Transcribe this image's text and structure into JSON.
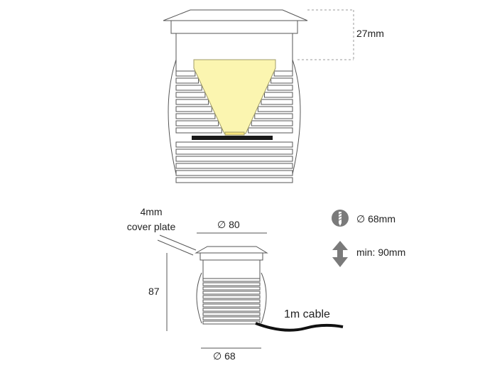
{
  "top_view": {
    "height_dimension": "27mm"
  },
  "bottom_view": {
    "cover_plate_label_line1": "4mm",
    "cover_plate_label_line2": "cover plate",
    "diameter_top": "∅ 80",
    "height": "87",
    "cable": "1m cable",
    "diameter_bottom": "∅ 68"
  },
  "specs": [
    {
      "icon": "drill-bit-icon",
      "text": "∅ 68mm"
    },
    {
      "icon": "vertical-arrow-icon",
      "text": "min: 90mm"
    }
  ],
  "colors": {
    "outline": "#555555",
    "light_cone": "#fbf5b0",
    "cone_outline": "#a09c6a",
    "led_strip": "#1a1a1a",
    "icon_gray": "#7a7a7a",
    "cable": "#111111"
  }
}
